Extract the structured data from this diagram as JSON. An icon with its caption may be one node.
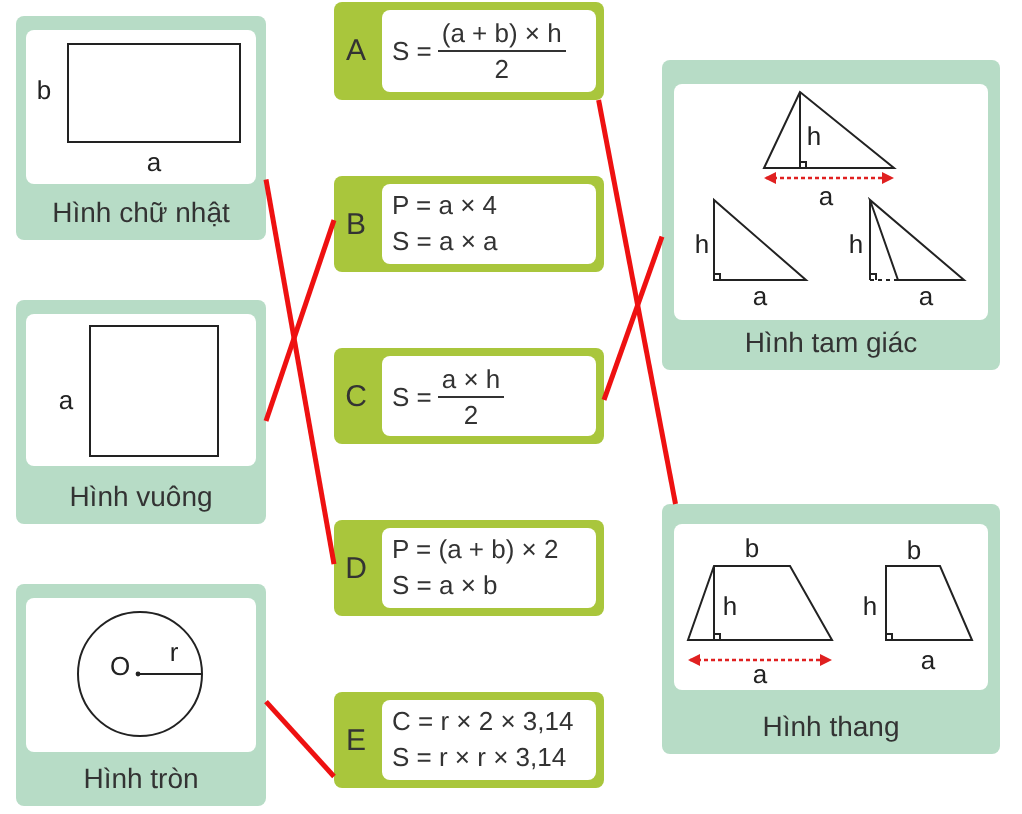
{
  "diagram": {
    "nodes": [
      {
        "text": [
          "Hình chữ nhật"
        ]
      },
      {
        "text": [
          "Hình vuông"
        ]
      },
      {
        "text": [
          "Hình tròn"
        ]
      },
      {
        "text": [
          "A",
          "S =",
          "(a + b) × h",
          "2"
        ]
      },
      {
        "text": [
          "B",
          "P = a × 4",
          "S = a × a"
        ]
      },
      {
        "text": [
          "C",
          "S =",
          "a × h",
          "2"
        ]
      },
      {
        "text": [
          "D",
          "P = (a + b) × 2",
          "S = a × b"
        ]
      },
      {
        "text": [
          "E",
          "C = r × 2 × 3,14",
          "S = r × r × 3,14"
        ]
      },
      {
        "text": [
          "Hình tam giác"
        ]
      },
      {
        "text": [
          "Hình thang"
        ]
      }
    ],
    "edges": [
      {
        "from": 0,
        "to": 6,
        "arrow": "none"
      },
      {
        "from": 1,
        "to": 4,
        "arrow": "none"
      },
      {
        "from": 2,
        "to": 7,
        "arrow": "none"
      },
      {
        "from": 3,
        "to": 9,
        "arrow": "none"
      },
      {
        "from": 5,
        "to": 8,
        "arrow": "none"
      }
    ],
    "labels": [
      "b",
      "a",
      "a",
      "O",
      "r",
      "h",
      "a",
      "h",
      "a",
      "h",
      "a",
      "b",
      "h",
      "a",
      "b",
      "h",
      "a"
    ]
  }
}
